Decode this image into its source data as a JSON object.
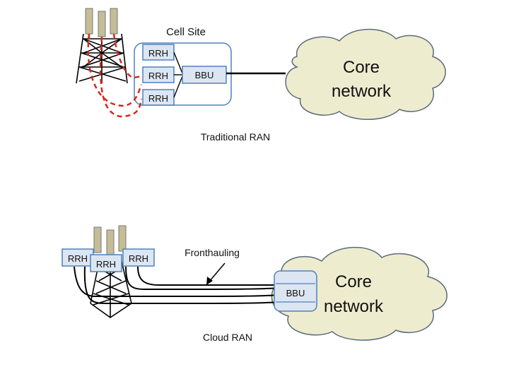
{
  "traditional": {
    "site_label": "Cell Site",
    "rrh": [
      "RRH",
      "RRH",
      "RRH"
    ],
    "bbu": "BBU",
    "core": [
      "Core",
      "network"
    ],
    "caption": "Traditional RAN"
  },
  "cloud": {
    "rrh": [
      "RRH",
      "RRH",
      "RRH"
    ],
    "fronthaul_label": "Fronthauling",
    "bbu": "BBU",
    "core": [
      "Core",
      "network"
    ],
    "caption": "Cloud RAN"
  },
  "colors": {
    "box_fill": "#dce6f2",
    "box_stroke": "#4f81bd",
    "antenna_fill": "#c4bd97",
    "cloud_fill": "#eeeccf",
    "cloud_stroke": "#5a6b7a",
    "fiber_dash": "#d9261c"
  }
}
